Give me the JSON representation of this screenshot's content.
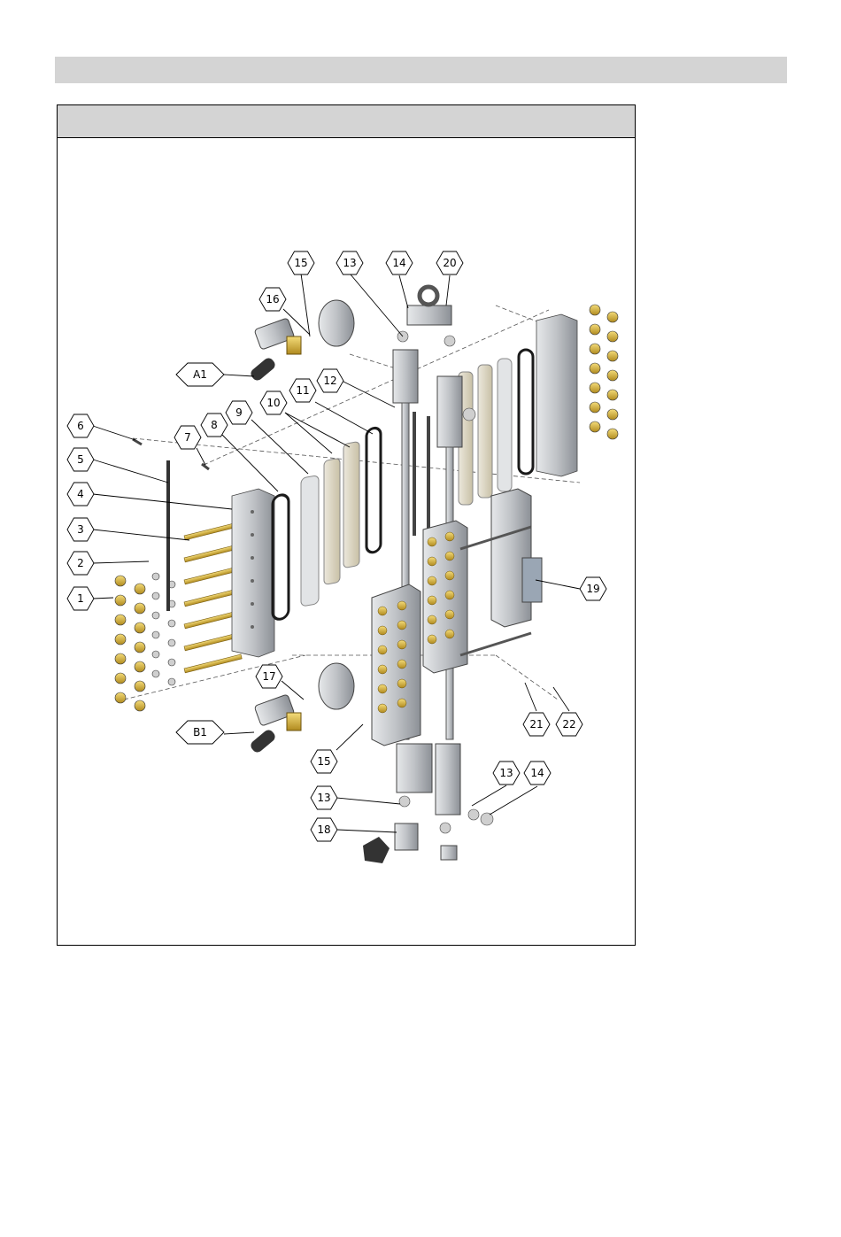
{
  "colors": {
    "header_gray": "#d4d4d4",
    "metal": "#bfc2c6",
    "metal_dark": "#8c9096",
    "brass": "#d9b23c",
    "glass": "#d6d0bd",
    "gasket": "#1a1a1a"
  },
  "callouts": [
    {
      "id": "c1",
      "label": "1",
      "shape": "hex"
    },
    {
      "id": "c2",
      "label": "2",
      "shape": "hex"
    },
    {
      "id": "c3",
      "label": "3",
      "shape": "hex"
    },
    {
      "id": "c4",
      "label": "4",
      "shape": "hex"
    },
    {
      "id": "c5",
      "label": "5",
      "shape": "hex"
    },
    {
      "id": "c6",
      "label": "6",
      "shape": "hex"
    },
    {
      "id": "c7",
      "label": "7",
      "shape": "hex"
    },
    {
      "id": "c8",
      "label": "8",
      "shape": "hex"
    },
    {
      "id": "c9",
      "label": "9",
      "shape": "hex"
    },
    {
      "id": "c10",
      "label": "10",
      "shape": "hex"
    },
    {
      "id": "c11",
      "label": "11",
      "shape": "hex"
    },
    {
      "id": "c12",
      "label": "12",
      "shape": "hex"
    },
    {
      "id": "c13a",
      "label": "13",
      "shape": "hex"
    },
    {
      "id": "c14a",
      "label": "14",
      "shape": "hex"
    },
    {
      "id": "c15a",
      "label": "15",
      "shape": "hex"
    },
    {
      "id": "c16",
      "label": "16",
      "shape": "hex"
    },
    {
      "id": "c20",
      "label": "20",
      "shape": "hex"
    },
    {
      "id": "cA1",
      "label": "A1",
      "shape": "diamond"
    },
    {
      "id": "c19",
      "label": "19",
      "shape": "hex"
    },
    {
      "id": "c17",
      "label": "17",
      "shape": "hex"
    },
    {
      "id": "cB1",
      "label": "B1",
      "shape": "diamond"
    },
    {
      "id": "c15b",
      "label": "15",
      "shape": "hex"
    },
    {
      "id": "c21",
      "label": "21",
      "shape": "hex"
    },
    {
      "id": "c22",
      "label": "22",
      "shape": "hex"
    },
    {
      "id": "c13b",
      "label": "13",
      "shape": "hex"
    },
    {
      "id": "c13c",
      "label": "13",
      "shape": "hex"
    },
    {
      "id": "c14b",
      "label": "14",
      "shape": "hex"
    },
    {
      "id": "c18",
      "label": "18",
      "shape": "hex"
    }
  ]
}
